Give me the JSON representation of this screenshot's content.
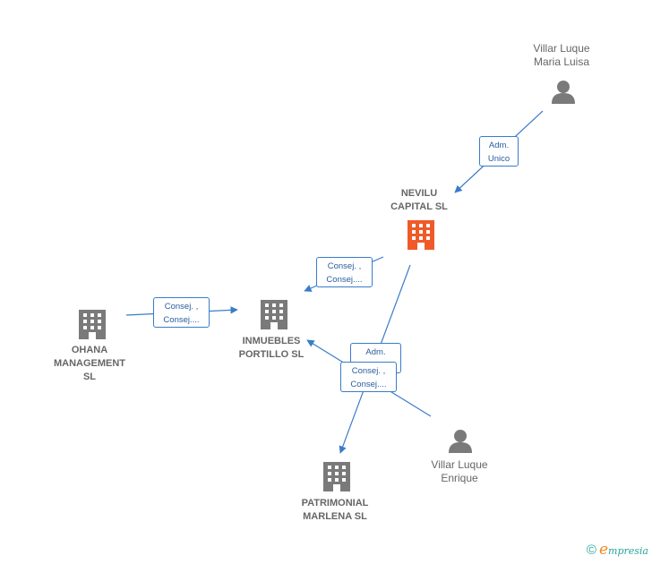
{
  "nodes": {
    "villar_luisa": {
      "label": "Villar Luque\nMaria Luisa"
    },
    "nevilu": {
      "label": "NEVILU\nCAPITAL  SL",
      "color": "#f05a28"
    },
    "inmuebles": {
      "label": "INMUEBLES\nPORTILLO  SL"
    },
    "ohana": {
      "label": "OHANA\nMANAGEMENT\nSL"
    },
    "patrimonial": {
      "label": "PATRIMONIAL\nMARLENA SL"
    },
    "villar_enrique": {
      "label": "Villar Luque\nEnrique"
    }
  },
  "edges": {
    "e1": {
      "label": "Adm.\nUnico"
    },
    "e2": {
      "label": "Consej. ,\nConsej...."
    },
    "e3": {
      "label": "Consej. ,\nConsej...."
    },
    "e4": {
      "label": "Adm."
    },
    "e5": {
      "label": "Consej. ,\nConsej...."
    }
  },
  "colors": {
    "edge": "#3a7cc8",
    "node_gray": "#7a7a7a",
    "accent": "#f05a28"
  },
  "footer": {
    "copyright": "©",
    "brand_initial": "e",
    "brand_rest": "mpresia"
  }
}
